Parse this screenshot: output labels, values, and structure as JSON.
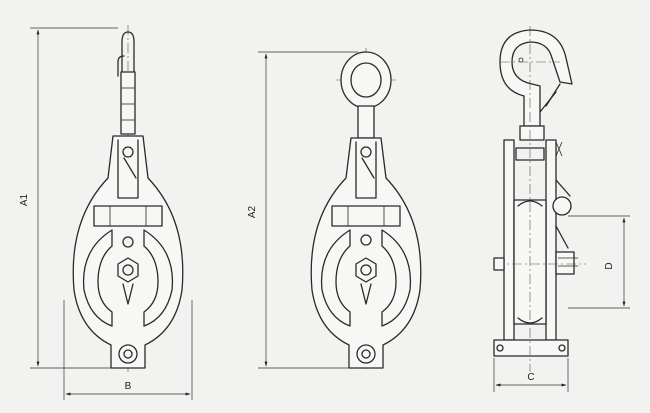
{
  "dimensions": {
    "a1": "A1",
    "a2": "A2",
    "b": "B",
    "c": "C",
    "d": "D"
  }
}
